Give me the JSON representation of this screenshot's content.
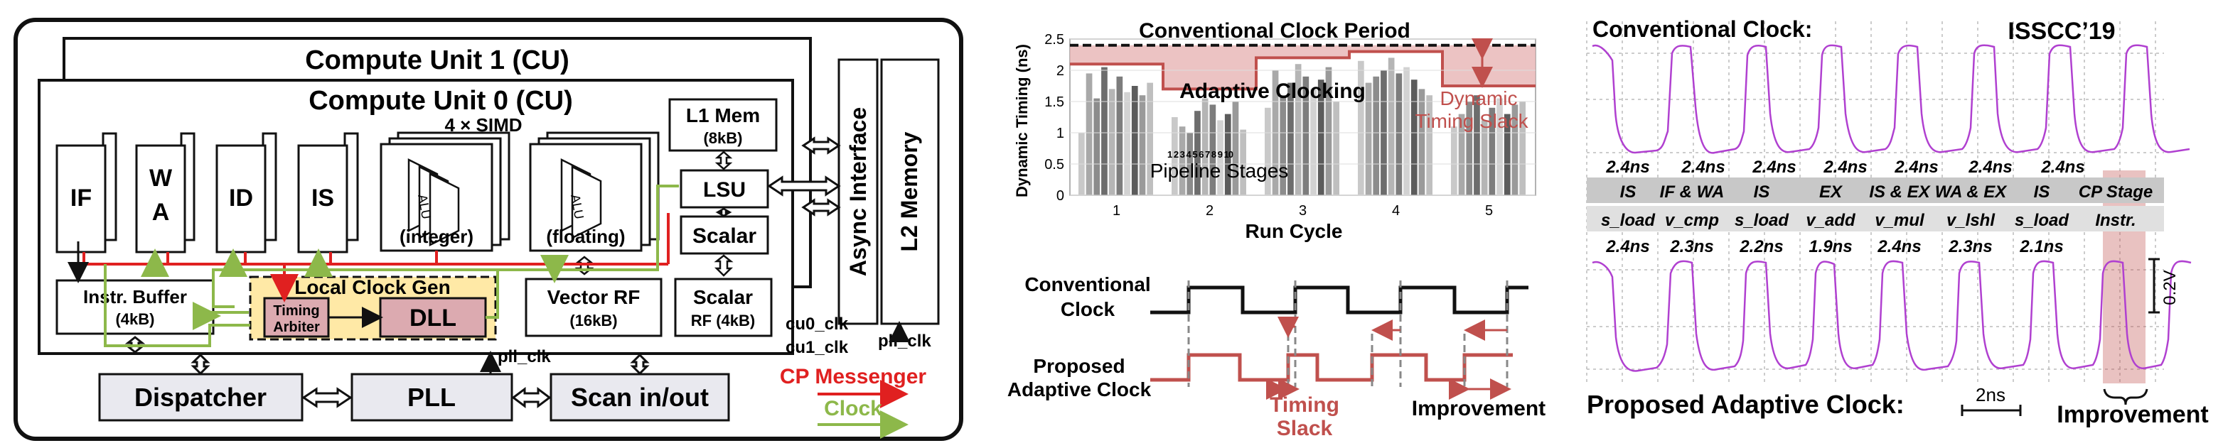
{
  "colors": {
    "cp_red": "#e02020",
    "clock_green": "#8db84a",
    "slack_red": "#c0504d",
    "slack_fill": "#e7b4b4",
    "localgen_fill": "#ffe9a6",
    "dll_fill": "#dcaab0",
    "trace_purple": "#b040d0"
  },
  "arch": {
    "cu1_title": "Compute Unit 1 (CU)",
    "cu0_title": "Compute Unit 0 (CU)",
    "simd_label": "4 × SIMD",
    "if_label": "IF",
    "wa_label": "W\nA",
    "id_label": "ID",
    "is_label": "IS",
    "alu_int_label": "(integer)",
    "alu_float_label": "(floating)",
    "alu_text": "ALU",
    "l1_title": "L1 Mem",
    "l1_size": "(8kB)",
    "lsu_label": "LSU",
    "scalar_label": "Scalar",
    "instr_buffer_title": "Instr. Buffer",
    "instr_buffer_size": "(4kB)",
    "local_clock_gen": "Local Clock Gen",
    "timing_arbiter_1": "Timing",
    "timing_arbiter_2": "Arbiter",
    "dll_label": "DLL",
    "vector_rf_title": "Vector RF",
    "vector_rf_size": "(16kB)",
    "scalar_rf_title": "Scalar",
    "scalar_rf_size": "RF (4kB)",
    "async_label": "Async Interface",
    "l2_label": "L2 Memory",
    "cu0_clk": "cu0_clk",
    "cu1_clk": "cu1_clk",
    "pll_clk_1": "pll_clk",
    "pll_clk_2": "pll_clk",
    "dispatcher_label": "Dispatcher",
    "pll_label": "PLL",
    "scan_label": "Scan in/out",
    "legend_cp": "CP Messenger",
    "legend_clock": "Clock"
  },
  "chart_data": {
    "type": "bar",
    "title": "Conventional Clock Period",
    "xlabel": "Run Cycle",
    "ylabel": "Dynamic Timing (ns)",
    "ylim": [
      0,
      2.5
    ],
    "yticks": [
      "0",
      "0.5",
      "1",
      "1.5",
      "2",
      "2.5"
    ],
    "categories": [
      "1",
      "2",
      "3",
      "4",
      "5"
    ],
    "stage_labels": "1 2 3 4 5 6 7 8 9 10",
    "stage_caption": "Pipeline Stages",
    "adaptive_label": "Adaptive Clocking",
    "slack_label_1": "Dynamic",
    "slack_label_2": "Timing Slack",
    "conventional_period": 2.4,
    "adaptive_period": [
      2.1,
      1.7,
      2.2,
      2.3,
      1.75
    ],
    "series": [
      {
        "values": [
          1.0,
          1.95,
          1.55,
          2.05,
          1.7,
          1.9,
          1.65,
          1.75,
          1.6,
          1.8
        ]
      },
      {
        "values": [
          1.25,
          1.1,
          1.0,
          1.35,
          1.55,
          1.45,
          1.2,
          1.3,
          1.5,
          1.05
        ]
      },
      {
        "values": [
          1.4,
          2.0,
          1.6,
          1.8,
          2.1,
          1.9,
          1.7,
          1.85,
          2.05,
          1.5
        ]
      },
      {
        "values": [
          2.15,
          1.8,
          1.9,
          2.0,
          2.2,
          1.95,
          2.05,
          1.85,
          1.7,
          1.6
        ]
      },
      {
        "values": [
          1.1,
          1.3,
          1.5,
          1.6,
          1.2,
          1.4,
          1.55,
          1.3,
          1.45,
          1.5
        ]
      }
    ]
  },
  "timing": {
    "conv_1": "Conventional",
    "conv_2": "Clock",
    "prop_1": "Proposed",
    "prop_2": "Adaptive Clock",
    "slack_1": "Timing",
    "slack_2": "Slack",
    "improvement": "Improvement"
  },
  "scope": {
    "conv_title": "Conventional Clock:",
    "conference": "ISSCC’19",
    "prop_title": "Proposed Adaptive Clock:",
    "conv_periods": [
      "2.4ns",
      "2.4ns",
      "2.4ns",
      "2.4ns",
      "2.4ns",
      "2.4ns",
      "2.4ns"
    ],
    "stages": [
      "IS",
      "IF & WA",
      "IS",
      "EX",
      "IS & EX",
      "WA & EX",
      "IS",
      "CP Stage"
    ],
    "instrs": [
      "s_load",
      "v_cmp",
      "s_load",
      "v_add",
      "v_mul",
      "v_lshl",
      "s_load",
      "Instr."
    ],
    "prop_periods": [
      "2.4ns",
      "2.3ns",
      "2.2ns",
      "1.9ns",
      "2.4ns",
      "2.3ns",
      "2.1ns"
    ],
    "voltage_scale": "0.2V",
    "time_scale": "2ns",
    "improvement": "Improvement"
  }
}
